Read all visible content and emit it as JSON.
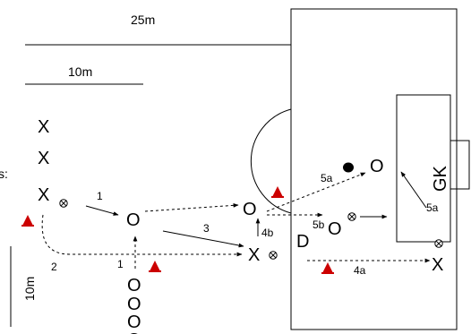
{
  "distances": {
    "top": "25m",
    "middle": "10m",
    "side": "10m"
  },
  "side_label": "s:",
  "players": {
    "x_group": [
      "X",
      "X",
      "X"
    ],
    "o_group": [
      "O",
      "O",
      "O",
      "O"
    ],
    "o_mid": "O",
    "o_center": "O",
    "x_center": "X",
    "o_box": "O",
    "o_goal": "O",
    "x_right": "X"
  },
  "goalkeeper": "GK",
  "defender": "D",
  "steps": {
    "s1": "1",
    "s1b": "1",
    "s2": "2",
    "s3": "3",
    "s4a": "4a",
    "s4b": "4b",
    "s5a": "5a",
    "s5a_right": "5a",
    "s5b": "5b"
  },
  "colors": {
    "line": "#000000",
    "cone": "#cc0000",
    "ball": "#000000",
    "background": "#ffffff"
  },
  "icons": [
    "cone-icon",
    "ball-marker-icon",
    "ball-icon"
  ]
}
